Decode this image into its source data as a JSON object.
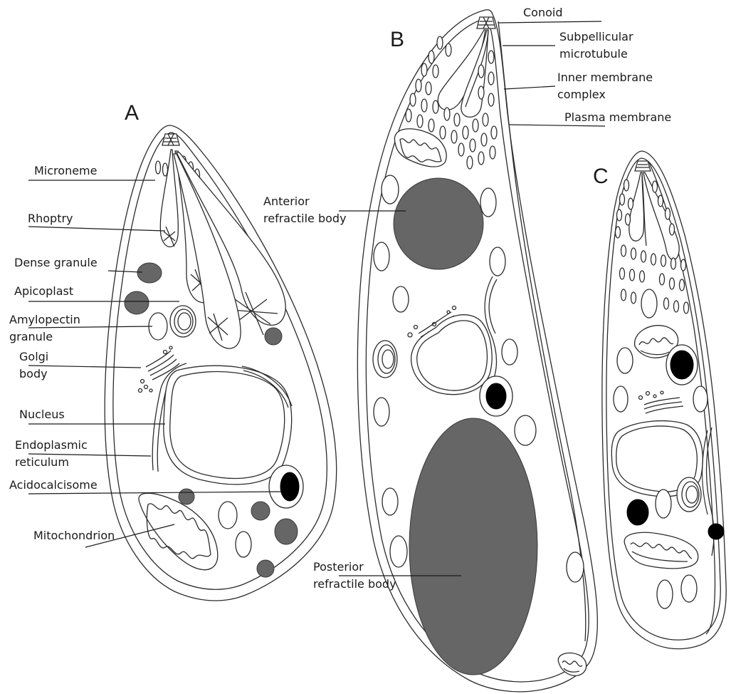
{
  "panels": {
    "a": "A",
    "b": "B",
    "c": "C"
  },
  "labels": {
    "microneme": "Microneme",
    "rhoptry": "Rhoptry",
    "dense_granule": "Dense granule",
    "apicoplast": "Apicoplast",
    "amylopectin_1": "Amylopectin",
    "amylopectin_2": "granule",
    "golgi_1": "Golgi",
    "golgi_2": "body",
    "nucleus": "Nucleus",
    "er_1": "Endoplasmic",
    "er_2": "reticulum",
    "acidocalcisome": "Acidocalcisome",
    "mitochondrion": "Mitochondrion",
    "conoid": "Conoid",
    "subpellicular_1": "Subpellicular",
    "subpellicular_2": "microtubule",
    "inner_membrane_1": "Inner membrane",
    "inner_membrane_2": "complex",
    "plasma_membrane": "Plasma membrane",
    "anterior_1": "Anterior",
    "anterior_2": "refractile body",
    "posterior_1": "Posterior",
    "posterior_2": "refractile body"
  },
  "colors": {
    "dark_organelle": "#666666",
    "black_organelle": "#000000",
    "outline": "#2b2b2b"
  }
}
